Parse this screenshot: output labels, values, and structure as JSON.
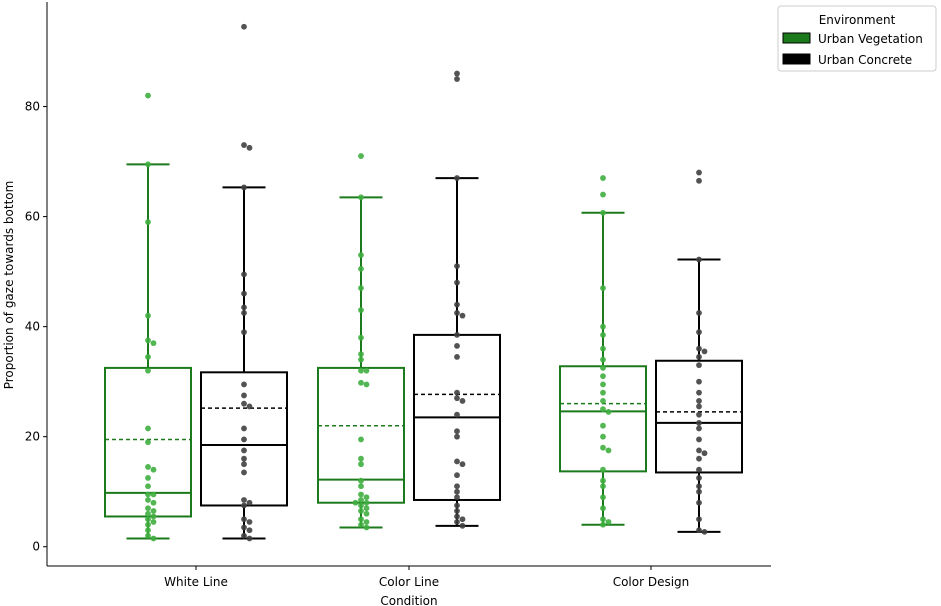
{
  "chart_data": {
    "type": "box",
    "xlabel": "Condition",
    "ylabel": "Proportion of gaze towards bottom",
    "categories": [
      "White Line",
      "Color Line",
      "Color Design"
    ],
    "yticks": [
      0,
      20,
      40,
      60,
      80
    ],
    "ylim": [
      -3.5,
      99
    ],
    "legend": {
      "title": "Environment",
      "placement": "top-right-outside",
      "entries": [
        "Urban Vegetation",
        "Urban Concrete"
      ]
    },
    "colors": {
      "Urban Vegetation": "#1b7a1b",
      "Urban Concrete": "#000000",
      "Urban Vegetation_points": "#3fae3f",
      "Urban Concrete_points": "#404040"
    },
    "series": [
      {
        "name": "Urban Vegetation",
        "boxes": [
          {
            "whisker_low": 1.5,
            "q1": 5.5,
            "median": 9.8,
            "q3": 32.5,
            "whisker_high": 69.5,
            "mean": 19.5,
            "points": [
              82,
              69.5,
              59,
              42,
              37.5,
              37,
              34.5,
              32,
              21.5,
              19,
              14.5,
              14,
              12.5,
              11,
              9.5,
              9.5,
              8.5,
              8,
              7,
              6.5,
              6,
              5.5,
              5,
              4.5,
              4,
              3,
              2,
              1.5
            ]
          },
          {
            "whisker_low": 3.5,
            "q1": 8,
            "median": 12.2,
            "q3": 32.5,
            "whisker_high": 63.5,
            "mean": 22,
            "points": [
              71,
              63.5,
              53,
              50.5,
              47,
              43,
              38,
              35,
              34,
              32,
              32,
              29.8,
              29.5,
              19.5,
              16,
              15,
              12,
              11,
              9.5,
              9,
              8.5,
              8,
              8,
              7.5,
              7,
              6.5,
              6,
              5,
              4.5,
              4,
              3.5
            ]
          },
          {
            "whisker_low": 4,
            "q1": 13.7,
            "median": 24.6,
            "q3": 32.8,
            "whisker_high": 60.7,
            "mean": 26,
            "points": [
              67,
              64,
              60.7,
              47,
              40,
              38.5,
              36,
              34,
              32.5,
              31,
              29.5,
              28,
              26.5,
              25,
              24.5,
              22,
              20,
              18,
              17.5,
              14,
              12,
              11,
              9,
              7,
              5,
              4.5,
              4
            ]
          }
        ]
      },
      {
        "name": "Urban Concrete",
        "boxes": [
          {
            "whisker_low": 1.5,
            "q1": 7.5,
            "median": 18.5,
            "q3": 31.7,
            "whisker_high": 65.3,
            "mean": 25.2,
            "points": [
              94.5,
              73,
              72.5,
              65.3,
              49.5,
              46,
              43.5,
              42.5,
              39,
              29.5,
              27.5,
              26,
              25.5,
              21.5,
              19.5,
              17.5,
              16,
              15,
              13.5,
              8.5,
              8,
              7.5,
              5,
              4.5,
              3.5,
              3,
              2,
              1.5
            ]
          },
          {
            "whisker_low": 3.8,
            "q1": 8.5,
            "median": 23.5,
            "q3": 38.5,
            "whisker_high": 67,
            "mean": 27.7,
            "points": [
              86,
              85,
              67,
              51,
              48,
              44,
              42.5,
              42,
              38.5,
              36.5,
              34.5,
              28,
              27,
              26.5,
              24,
              21,
              20,
              15.5,
              15,
              13,
              11,
              10,
              9,
              7.5,
              6.5,
              5.5,
              5,
              4.5,
              3.8
            ]
          },
          {
            "whisker_low": 2.7,
            "q1": 13.5,
            "median": 22.5,
            "q3": 33.8,
            "whisker_high": 52.2,
            "mean": 24.5,
            "points": [
              68,
              66.5,
              52.2,
              42.5,
              39,
              36,
              35.5,
              34.5,
              33,
              30,
              28,
              26.5,
              25.5,
              24,
              22.5,
              21.5,
              19.5,
              17.5,
              17,
              16,
              14,
              12.5,
              11,
              10,
              8,
              5,
              3,
              2.7
            ]
          }
        ]
      }
    ]
  }
}
